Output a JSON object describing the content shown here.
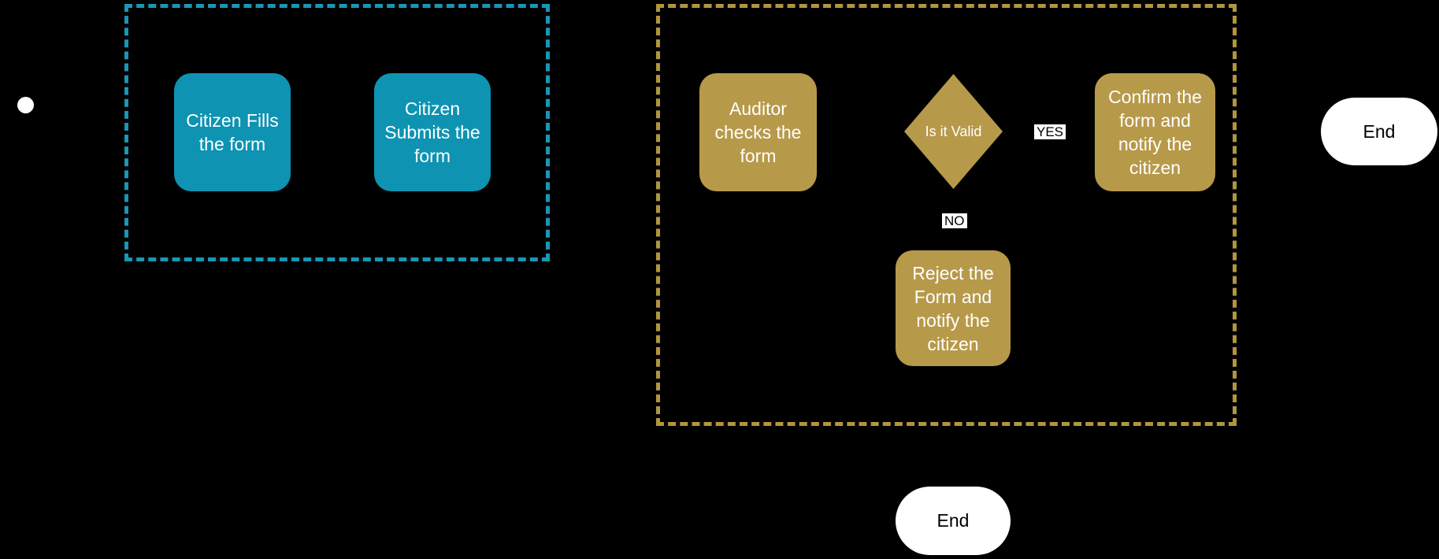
{
  "background": "#000000",
  "colors": {
    "background": "#000000",
    "citizen_node_fill": "#0E93B2",
    "citizen_group_border": "#1997B5",
    "auditor_node_fill": "#B7994A",
    "auditor_group_border": "#B2953F",
    "node_text": "#FFFFFF",
    "terminal_fill": "#FFFFFF",
    "terminal_text": "#000000",
    "edge_label_bg": "#FFFFFF",
    "edge_label_text": "#000000",
    "start_node_fill": "#FFFFFF"
  },
  "groups": {
    "citizen": {
      "style": "dashed",
      "border_color": "#1997B5"
    },
    "auditor": {
      "style": "dashed",
      "border_color": "#B2953F"
    }
  },
  "nodes": {
    "start": {
      "shape": "circle"
    },
    "citizen_fills": {
      "shape": "rounded-rect",
      "label": "Citizen Fills\nthe form"
    },
    "citizen_submits": {
      "shape": "rounded-rect",
      "label": "Citizen\nSubmits the\nform"
    },
    "auditor_checks": {
      "shape": "rounded-rect",
      "label": "Auditor\nchecks the\nform"
    },
    "is_it_valid": {
      "shape": "diamond",
      "label": "Is it Valid"
    },
    "confirm_form": {
      "shape": "rounded-rect",
      "label": "Confirm the\nform and\nnotify the\ncitizen"
    },
    "reject_form": {
      "shape": "rounded-rect",
      "label": "Reject the\nForm and\nnotify the\ncitizen"
    },
    "end_confirmed": {
      "shape": "pill",
      "label": "End"
    },
    "end_rejected": {
      "shape": "pill",
      "label": "End"
    }
  },
  "edge_labels": {
    "yes": "YES",
    "no": "NO"
  }
}
